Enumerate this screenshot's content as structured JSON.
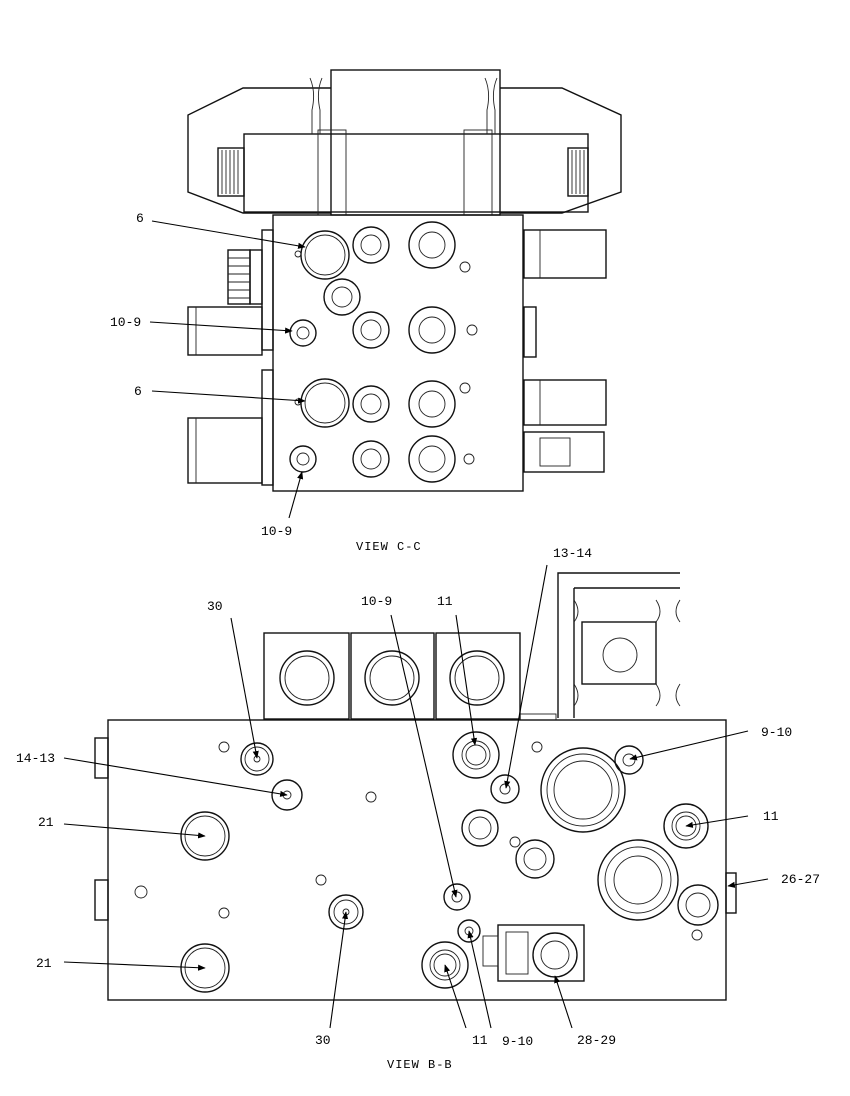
{
  "views": {
    "cc": {
      "title": "VIEW  C-C",
      "callouts": [
        "6",
        "10-9",
        "6",
        "10-9"
      ]
    },
    "bb": {
      "title": "VIEW  B-B",
      "callouts": [
        "30",
        "10-9",
        "11",
        "13-14",
        "14-13",
        "9-10",
        "21",
        "11",
        "26-27",
        "21",
        "30",
        "11",
        "9-10",
        "28-29"
      ]
    }
  }
}
